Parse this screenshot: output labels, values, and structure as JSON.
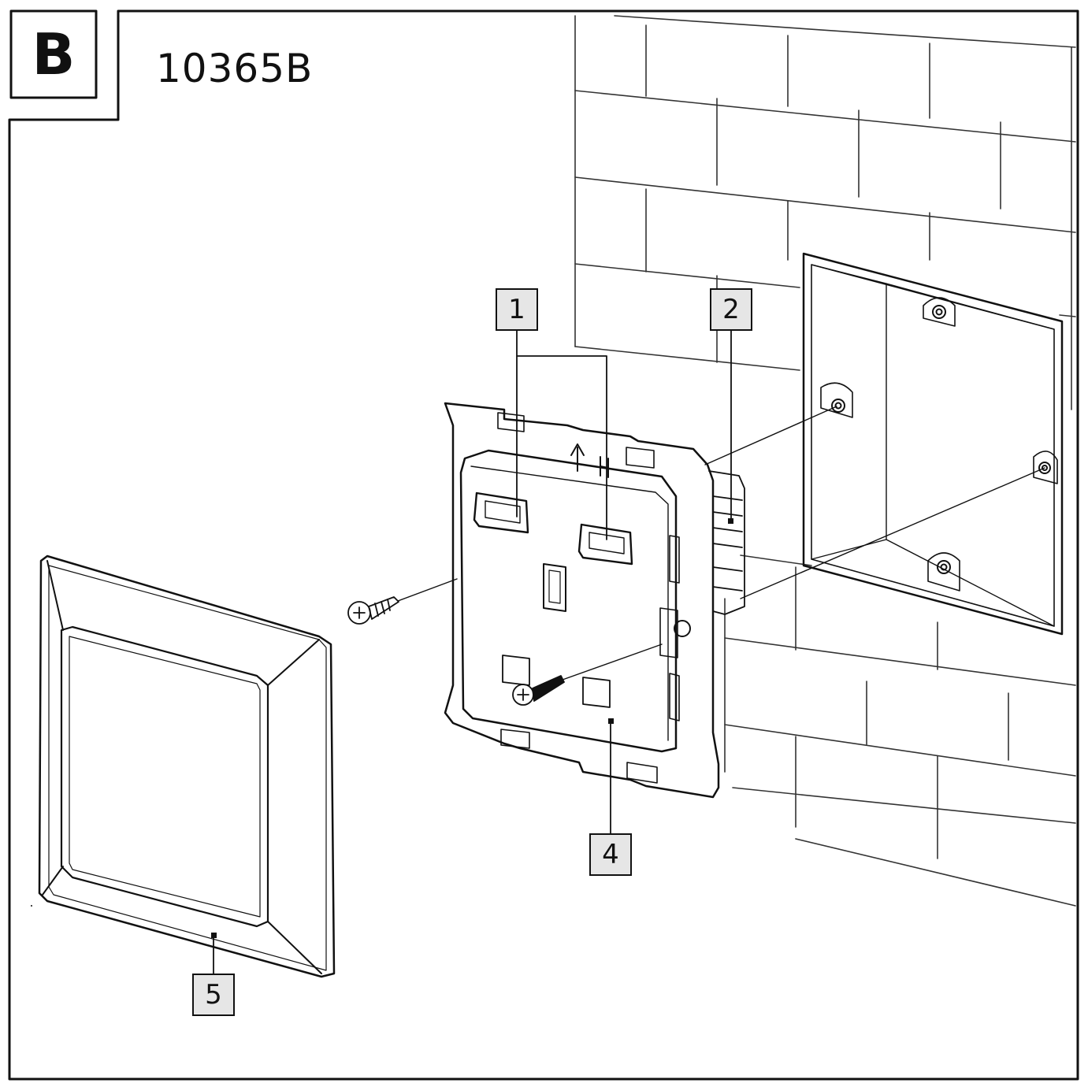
{
  "header": {
    "step_letter": "B",
    "model_code": "10365B"
  },
  "callouts": [
    {
      "label": "1"
    },
    {
      "label": "2"
    },
    {
      "label": "4"
    },
    {
      "label": "5"
    }
  ]
}
